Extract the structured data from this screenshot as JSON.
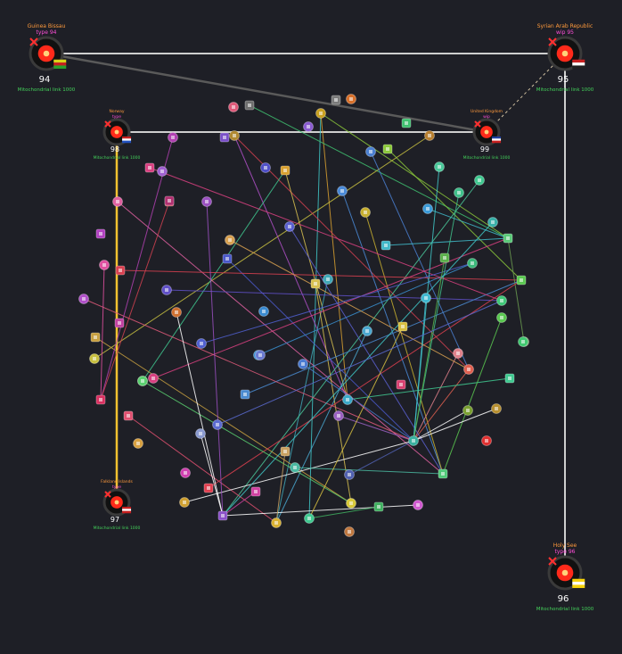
{
  "colors": {
    "background": "#1e1f26",
    "hub_red": "#ff2a1a",
    "hub_ring": "#3a3a3a",
    "main_link": "#cfcfcf",
    "gold_link": "#f2c230",
    "label_orange": "#ff9a3c",
    "label_magenta": "#ff4fd8",
    "label_green": "#43d15a",
    "close_red": "#ff3030"
  },
  "hubs": [
    {
      "id": "h1",
      "title": "Guinea Bissau",
      "subtitle": "type 94",
      "score": "94",
      "footer": "Mitochondrial link 1000",
      "flag": [
        "#d9d21a",
        "#c82020",
        "#2aa02a"
      ]
    },
    {
      "id": "h2",
      "title": "Syrian Arab Republic",
      "subtitle": "wip 95",
      "score": "95",
      "footer": "Mitochondrial link 1000",
      "flag": [
        "#c82020",
        "#ffffff",
        "#202020"
      ]
    },
    {
      "id": "h3",
      "title": "Norway",
      "subtitle": "type",
      "score": "98",
      "footer": "Mitochondrial link 1000",
      "flag": [
        "#c82020",
        "#ffffff",
        "#2050c0"
      ]
    },
    {
      "id": "h4",
      "title": "United Kingdom",
      "subtitle": "wip",
      "score": "99",
      "footer": "Mitochondrial link 1000",
      "flag": [
        "#2040a0",
        "#ffffff",
        "#c82020"
      ]
    },
    {
      "id": "h5",
      "title": "Falkland Islands",
      "subtitle": "type",
      "score": "97",
      "footer": "Mitochondrial link 1000",
      "flag": [
        "#c82020",
        "#ffffff",
        "#c82020"
      ]
    },
    {
      "id": "h6",
      "title": "Holy See",
      "subtitle": "type 96",
      "score": "96",
      "footer": "Mitochondrial link 1000",
      "flag": [
        "#f5d20a",
        "#ffffff",
        "#f5d20a"
      ]
    }
  ],
  "nodes": [
    {
      "id": "n1",
      "color": "#7a7a7a"
    },
    {
      "id": "n2",
      "color": "#d8702a"
    },
    {
      "id": "n3",
      "color": "#c8a020"
    },
    {
      "id": "n4",
      "color": "#3fbf6f"
    },
    {
      "id": "n5",
      "color": "#b88030"
    },
    {
      "id": "n6",
      "color": "#8a5bd0"
    },
    {
      "id": "n7",
      "color": "#6e6e6e"
    },
    {
      "id": "n8",
      "color": "#e05a7a"
    },
    {
      "id": "n9",
      "color": "#b040b0"
    },
    {
      "id": "n10",
      "color": "#7a50c8"
    },
    {
      "id": "n11",
      "color": "#b08830"
    },
    {
      "id": "n12",
      "color": "#4a7fd0"
    },
    {
      "id": "n13",
      "color": "#8bc83a"
    },
    {
      "id": "n14",
      "color": "#4ac89a"
    },
    {
      "id": "n15",
      "color": "#3fbf8a"
    },
    {
      "id": "n16",
      "color": "#d84080"
    },
    {
      "id": "n17",
      "color": "#a060d0"
    },
    {
      "id": "n18",
      "color": "#5050c8"
    },
    {
      "id": "n19",
      "color": "#d8a030"
    },
    {
      "id": "n20",
      "color": "#4a8ad8"
    },
    {
      "id": "n21",
      "color": "#3a9ad8"
    },
    {
      "id": "n22",
      "color": "#d04050"
    },
    {
      "id": "n23",
      "color": "#9a50c0"
    },
    {
      "id": "n24",
      "color": "#c8b030"
    },
    {
      "id": "n25",
      "color": "#40b8c8"
    },
    {
      "id": "n26",
      "color": "#3ab0a8"
    },
    {
      "id": "n27",
      "color": "#e060a0"
    },
    {
      "id": "n28",
      "color": "#b040c0"
    },
    {
      "id": "n29",
      "color": "#d8a050"
    },
    {
      "id": "n30",
      "color": "#5a60d0"
    },
    {
      "id": "n31",
      "color": "#4a58c8"
    },
    {
      "id": "n32",
      "color": "#3a8ad0"
    },
    {
      "id": "n33",
      "color": "#40a8b8"
    },
    {
      "id": "n34",
      "color": "#5ab04a"
    },
    {
      "id": "n35",
      "color": "#40c890"
    },
    {
      "id": "n36",
      "color": "#e050a0"
    },
    {
      "id": "n37",
      "color": "#d84050"
    },
    {
      "id": "n38",
      "color": "#6050c8"
    },
    {
      "id": "n39",
      "color": "#d07030"
    },
    {
      "id": "n40",
      "color": "#d8c050"
    },
    {
      "id": "n41",
      "color": "#4a7ad0"
    },
    {
      "id": "n42",
      "color": "#4aa8d0"
    },
    {
      "id": "n43",
      "color": "#c040a0"
    },
    {
      "id": "n44",
      "color": "#b050c8"
    },
    {
      "id": "n45",
      "color": "#5060d0"
    },
    {
      "id": "n46",
      "color": "#d8c040"
    },
    {
      "id": "n47",
      "color": "#3a90d0"
    },
    {
      "id": "n48",
      "color": "#6a7ad0"
    },
    {
      "id": "n49",
      "color": "#c8a040"
    },
    {
      "id": "n50",
      "color": "#c8c040"
    },
    {
      "id": "n51",
      "color": "#40b8d0"
    },
    {
      "id": "n52",
      "color": "#5ac878"
    },
    {
      "id": "n53",
      "color": "#3ab87a"
    },
    {
      "id": "n54",
      "color": "#40c878"
    },
    {
      "id": "n55",
      "color": "#d83060"
    },
    {
      "id": "n56",
      "color": "#e06030"
    },
    {
      "id": "n57",
      "color": "#d84080"
    },
    {
      "id": "n58",
      "color": "#e05070"
    },
    {
      "id": "n59",
      "color": "#d8a040"
    },
    {
      "id": "n60",
      "color": "#8a9ad0"
    },
    {
      "id": "n61",
      "color": "#4a8ad0"
    },
    {
      "id": "n62",
      "color": "#3ab0a0"
    },
    {
      "id": "n63",
      "color": "#d05ad0"
    },
    {
      "id": "n64",
      "color": "#8a50c8"
    },
    {
      "id": "n65",
      "color": "#d8b030"
    },
    {
      "id": "n66",
      "color": "#3aa8c8"
    },
    {
      "id": "n67",
      "color": "#5ac850"
    },
    {
      "id": "n68",
      "color": "#6a9a50"
    },
    {
      "id": "n69",
      "color": "#d040b0"
    },
    {
      "id": "n70",
      "color": "#e04050"
    },
    {
      "id": "n71",
      "color": "#d0a030"
    },
    {
      "id": "n72",
      "color": "#5a6ad0"
    },
    {
      "id": "n73",
      "color": "#c8a060"
    },
    {
      "id": "n74",
      "color": "#5060b0"
    },
    {
      "id": "n75",
      "color": "#4ab8a0"
    },
    {
      "id": "n76",
      "color": "#40b060"
    },
    {
      "id": "n77",
      "color": "#c07840"
    },
    {
      "id": "n78",
      "color": "#40c890"
    },
    {
      "id": "n79",
      "color": "#50c878"
    },
    {
      "id": "n80",
      "color": "#e06050"
    },
    {
      "id": "n81",
      "color": "#d8c838"
    },
    {
      "id": "n82",
      "color": "#d040a0"
    },
    {
      "id": "n83",
      "color": "#b89030"
    },
    {
      "id": "n84",
      "color": "#9a60c0"
    },
    {
      "id": "n85",
      "color": "#d84070"
    },
    {
      "id": "n86",
      "color": "#e0808a"
    },
    {
      "id": "n87",
      "color": "#7aa030"
    },
    {
      "id": "n88",
      "color": "#40c890"
    },
    {
      "id": "n89",
      "color": "#5ac850"
    },
    {
      "id": "n90",
      "color": "#e03030"
    },
    {
      "id": "n91",
      "color": "#b03070"
    },
    {
      "id": "n92",
      "color": "#5ad070"
    },
    {
      "id": "n93",
      "color": "#40c870"
    }
  ],
  "links": [
    {
      "source": "h1",
      "target": "h2",
      "kind": "main"
    },
    {
      "source": "h1",
      "target": "h4",
      "kind": "grey"
    },
    {
      "source": "h3",
      "target": "h4",
      "kind": "main"
    },
    {
      "source": "h2",
      "target": "h6",
      "kind": "main"
    },
    {
      "source": "h3",
      "target": "h5",
      "kind": "gold"
    },
    {
      "source": "h4",
      "target": "h2",
      "kind": "dashed"
    },
    {
      "source": "n3",
      "target": "n78",
      "kind": "thin",
      "color": "#40c8c8"
    },
    {
      "source": "n3",
      "target": "n52",
      "kind": "thin",
      "color": "#8bc83a"
    },
    {
      "source": "n3",
      "target": "n66",
      "kind": "thin",
      "color": "#d8a030"
    },
    {
      "source": "n7",
      "target": "n52",
      "kind": "thin",
      "color": "#3fbf6f"
    },
    {
      "source": "n5",
      "target": "n50",
      "kind": "thin",
      "color": "#c8c040"
    },
    {
      "source": "n11",
      "target": "n80",
      "kind": "thin",
      "color": "#d04050"
    },
    {
      "source": "n11",
      "target": "n66",
      "kind": "thin",
      "color": "#b050c8"
    },
    {
      "source": "n13",
      "target": "n67",
      "kind": "thin",
      "color": "#8bc83a"
    },
    {
      "source": "n12",
      "target": "n80",
      "kind": "thin",
      "color": "#4a7fd0"
    },
    {
      "source": "n19",
      "target": "n66",
      "kind": "thin",
      "color": "#d8c050"
    },
    {
      "source": "n19",
      "target": "n56",
      "kind": "thin",
      "color": "#40c890"
    },
    {
      "source": "n20",
      "target": "n79",
      "kind": "thin",
      "color": "#4a8ad8"
    },
    {
      "source": "n21",
      "target": "n52",
      "kind": "thin",
      "color": "#40b8c8"
    },
    {
      "source": "n24",
      "target": "n79",
      "kind": "thin",
      "color": "#c8b030"
    },
    {
      "source": "n25",
      "target": "n52",
      "kind": "thin",
      "color": "#40b8c8"
    },
    {
      "source": "n27",
      "target": "n79",
      "kind": "thin",
      "color": "#e060a0"
    },
    {
      "source": "n31",
      "target": "n62",
      "kind": "thin",
      "color": "#4a58c8"
    },
    {
      "source": "n33",
      "target": "n65",
      "kind": "thin",
      "color": "#40a8b8"
    },
    {
      "source": "n35",
      "target": "n64",
      "kind": "thin",
      "color": "#4ac89a"
    },
    {
      "source": "n37",
      "target": "n67",
      "kind": "thin",
      "color": "#d84050"
    },
    {
      "source": "n38",
      "target": "n54",
      "kind": "thin",
      "color": "#6050c8"
    },
    {
      "source": "n40",
      "target": "n81",
      "kind": "thin",
      "color": "#d8c050"
    },
    {
      "source": "n42",
      "target": "n65",
      "kind": "thin",
      "color": "#4aa8d0"
    },
    {
      "source": "n47",
      "target": "n53",
      "kind": "thin",
      "color": "#3a90d0"
    },
    {
      "source": "n49",
      "target": "n81",
      "kind": "thin",
      "color": "#c8a040"
    },
    {
      "source": "n51",
      "target": "n62",
      "kind": "thin",
      "color": "#40b8d0"
    },
    {
      "source": "n57",
      "target": "n52",
      "kind": "thin",
      "color": "#d84080"
    },
    {
      "source": "n58",
      "target": "n65",
      "kind": "thin",
      "color": "#e05070"
    },
    {
      "source": "n60",
      "target": "n64",
      "kind": "thin",
      "color": "#ffffff"
    },
    {
      "source": "n61",
      "target": "n67",
      "kind": "thin",
      "color": "#4a8ad0"
    },
    {
      "source": "n63",
      "target": "n64",
      "kind": "thin",
      "color": "#ffffff"
    },
    {
      "source": "n68",
      "target": "n52",
      "kind": "thin",
      "color": "#6a9a50"
    },
    {
      "source": "n70",
      "target": "n67",
      "kind": "thin",
      "color": "#e04050"
    },
    {
      "source": "n71",
      "target": "n62",
      "kind": "thin",
      "color": "#ffffff"
    },
    {
      "source": "n74",
      "target": "n62",
      "kind": "thin",
      "color": "#5060b0"
    },
    {
      "source": "n75",
      "target": "n79",
      "kind": "thin",
      "color": "#4ab8a0"
    },
    {
      "source": "n76",
      "target": "n78",
      "kind": "thin",
      "color": "#40b060"
    },
    {
      "source": "n80",
      "target": "n62",
      "kind": "thin",
      "color": "#e06050"
    },
    {
      "source": "n82",
      "target": "n64",
      "kind": "thin",
      "color": "#d040a0"
    },
    {
      "source": "n84",
      "target": "n62",
      "kind": "thin",
      "color": "#9a60c0"
    },
    {
      "source": "n86",
      "target": "n62",
      "kind": "thin",
      "color": "#e0808a"
    },
    {
      "source": "n88",
      "target": "n66",
      "kind": "thin",
      "color": "#40c890"
    },
    {
      "source": "n89",
      "target": "n79",
      "kind": "thin",
      "color": "#5ac850"
    },
    {
      "source": "n92",
      "target": "n81",
      "kind": "thin",
      "color": "#5ad070"
    },
    {
      "source": "n44",
      "target": "n62",
      "kind": "thin",
      "color": "#e05a7a"
    },
    {
      "source": "n16",
      "target": "n54",
      "kind": "thin",
      "color": "#d84080"
    },
    {
      "source": "n9",
      "target": "n55",
      "kind": "thin",
      "color": "#b040b0"
    },
    {
      "source": "n29",
      "target": "n80",
      "kind": "thin",
      "color": "#d8a050"
    },
    {
      "source": "n30",
      "target": "n79",
      "kind": "thin",
      "color": "#5a60d0"
    },
    {
      "source": "n45",
      "target": "n53",
      "kind": "thin",
      "color": "#5060d0"
    },
    {
      "source": "n46",
      "target": "n78",
      "kind": "thin",
      "color": "#d8c040"
    },
    {
      "source": "n36",
      "target": "n55",
      "kind": "thin",
      "color": "#e050a0"
    },
    {
      "source": "n23",
      "target": "n64",
      "kind": "thin",
      "color": "#9a50c0"
    },
    {
      "source": "n39",
      "target": "n64",
      "kind": "thin",
      "color": "#ffffff"
    },
    {
      "source": "n22",
      "target": "n55",
      "kind": "thin",
      "color": "#d04050"
    },
    {
      "source": "n14",
      "target": "n62",
      "kind": "thin",
      "color": "#40c8c8"
    },
    {
      "source": "n15",
      "target": "n62",
      "kind": "thin",
      "color": "#3fbf8a"
    },
    {
      "source": "n26",
      "target": "n64",
      "kind": "thin",
      "color": "#40c8c8"
    },
    {
      "source": "n34",
      "target": "n62",
      "kind": "thin",
      "color": "#5ab04a"
    },
    {
      "source": "n83",
      "target": "n62",
      "kind": "thin",
      "color": "#ffffff"
    },
    {
      "source": "n87",
      "target": "n62",
      "kind": "thin",
      "color": "#ffffff"
    },
    {
      "source": "n72",
      "target": "n54",
      "kind": "thin",
      "color": "#5a6ad0"
    },
    {
      "source": "n73",
      "target": "n65",
      "kind": "thin",
      "color": "#c8a060"
    },
    {
      "source": "n41",
      "target": "n62",
      "kind": "thin",
      "color": "#4a7ad0"
    }
  ]
}
